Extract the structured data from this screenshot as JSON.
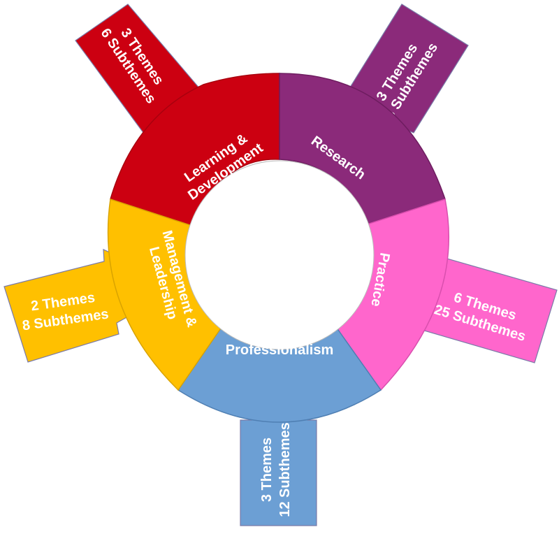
{
  "segments": [
    {
      "key": "learning",
      "label_lines": [
        "Learning &",
        "Development"
      ],
      "themes": "3 Themes",
      "subthemes": "6 Subthemes",
      "color": "#cc0011",
      "stroke": "#a8000e"
    },
    {
      "key": "research",
      "label_lines": [
        "Research"
      ],
      "themes": "3 Themes",
      "subthemes": "8 Subthemes",
      "color": "#8b2a7a",
      "stroke": "#6e1d60"
    },
    {
      "key": "practice",
      "label_lines": [
        "Practice"
      ],
      "themes": "6 Themes",
      "subthemes": "25 Subthemes",
      "color": "#ff66cc",
      "stroke": "#d94fae"
    },
    {
      "key": "professionalism",
      "label_lines": [
        "Professionalism"
      ],
      "themes": "3 Themes",
      "subthemes": "12 Subthemes",
      "color": "#6c9fd4",
      "stroke": "#4f7fb3"
    },
    {
      "key": "management",
      "label_lines": [
        "Management &",
        "Leadership"
      ],
      "themes": "2 Themes",
      "subthemes": "8 Subthemes",
      "color": "#ffc000",
      "stroke": "#d9a300"
    }
  ]
}
